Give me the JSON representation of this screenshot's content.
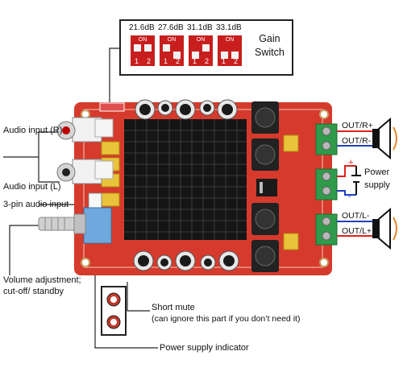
{
  "gain_panel": {
    "levels": [
      "21.6dB",
      "27.6dB",
      "31.1dB",
      "33.1dB"
    ],
    "on_label": "ON",
    "switch_numbers": [
      "1",
      "2"
    ],
    "title_line1": "Gain",
    "title_line2": "Switch"
  },
  "labels": {
    "audio_input_r": "Audio input (R)",
    "audio_input_l": "Audio input (L)",
    "three_pin": "3-pin audio input",
    "volume_line1": "Volume adjustment;",
    "volume_line2": "cut-off/ standby",
    "short_mute_line1": "Short mute",
    "short_mute_line2": "(can ignore this part if you don’t need it)",
    "power_indicator": "Power supply indicator",
    "out_r_plus": "OUT/R+",
    "out_r_minus": "OUT/R-",
    "power_supply_line1": "Power",
    "power_supply_line2": "supply",
    "out_l_minus": "OUT/L-",
    "out_l_plus": "OUT/L+",
    "plus_sign": "+",
    "minus_sign": "-"
  },
  "colors": {
    "board": "#d63a2c",
    "heatsink": "#1a1a1a",
    "terminal": "#2e9a4a",
    "red_wire": "#e02020",
    "blue_wire": "#1f3fbf"
  }
}
